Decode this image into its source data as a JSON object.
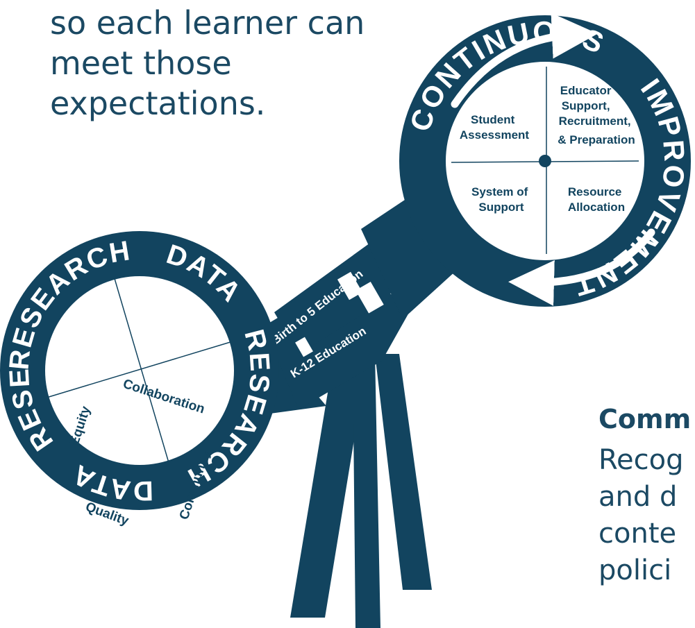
{
  "intro_lines": [
    "so each learner can",
    "meet those",
    "expectations."
  ],
  "eyepiece": {
    "ring_words": [
      "RESEARCH",
      "DATA",
      "RESEARCH",
      "DATA",
      "RESEARCH",
      "DATA"
    ],
    "quadrants": [
      "Collaboration",
      "Equity",
      "Community",
      "Quality"
    ]
  },
  "barrel": {
    "segment_1": "Birth to 5 Education",
    "segment_2": "K-12 Education"
  },
  "lens": {
    "ring_words": [
      "CONTINUOUS",
      "IMPROVEMENT"
    ],
    "quadrants": {
      "top_left": [
        "Student",
        "Assessment"
      ],
      "top_right": [
        "Educator",
        "Support,",
        "Recruitment,",
        "& Preparation"
      ],
      "bottom_left": [
        "System of",
        "Support"
      ],
      "bottom_right": [
        "Resource",
        "Allocation"
      ]
    }
  },
  "side_panel": {
    "heading": "Comm",
    "lines": [
      "Recog",
      "and d",
      "conte",
      "polici"
    ]
  },
  "colors": {
    "navy": "#12445f",
    "white": "#ffffff"
  }
}
